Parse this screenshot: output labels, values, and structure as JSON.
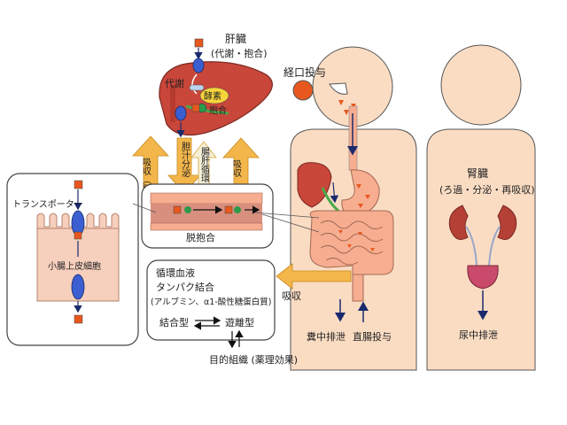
{
  "liver": {
    "title": "肝臓",
    "subtitle": "(代謝・抱合)",
    "metabolism": "代謝",
    "enzyme": "酵素",
    "conjugation": "抱合"
  },
  "oral": {
    "label": "経口投与"
  },
  "kidney": {
    "title": "腎臓",
    "subtitle": "(ろ過・分泌・再吸収)"
  },
  "urine": {
    "label": "尿中排泄"
  },
  "feces": {
    "label": "糞中排泄"
  },
  "rectal": {
    "label": "直腸投与"
  },
  "absorption": {
    "label": "吸収"
  },
  "portal": {
    "label": "吸収（門脈）"
  },
  "bile": {
    "label": "胆汁分泌"
  },
  "enterohepatic": {
    "label": "腸肝循環"
  },
  "intestine_box": {
    "label": "脱抱合"
  },
  "cell_box": {
    "transporter": "トランスポーター",
    "cell": "小腸上皮細胞"
  },
  "circulation": {
    "title": "循環血液",
    "protein": "タンパク結合",
    "proteins": "(アルブミン、α1-酸性糖蛋白質)",
    "bound": "結合型",
    "free": "遊離型",
    "target": "目的組織 (薬理効果)"
  }
}
